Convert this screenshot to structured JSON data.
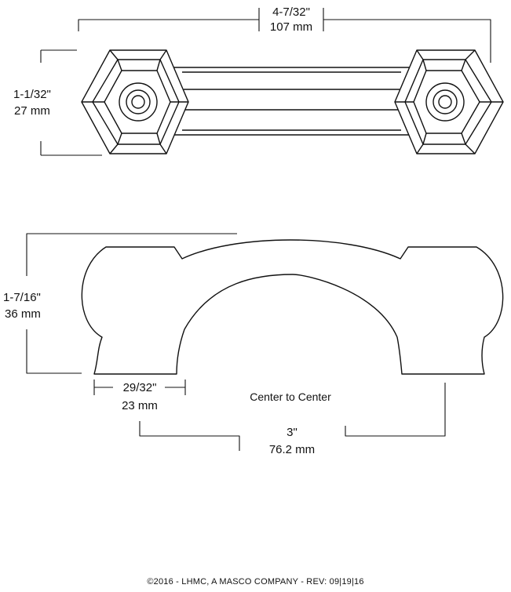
{
  "dimensions": {
    "overall_length": {
      "imperial": "4-7/32\"",
      "metric": "107 mm"
    },
    "base_height": {
      "imperial": "1-1/32\"",
      "metric": "27 mm"
    },
    "projection": {
      "imperial": "1-7/16\"",
      "metric": "36 mm"
    },
    "post_width": {
      "imperial": "29/32\"",
      "metric": "23 mm"
    },
    "center_to_center": {
      "title": "Center to Center",
      "imperial": "3\"",
      "metric": "76.2 mm"
    }
  },
  "footer": "©2016 - LHMC, A MASCO COMPANY - REV: 09|19|16"
}
